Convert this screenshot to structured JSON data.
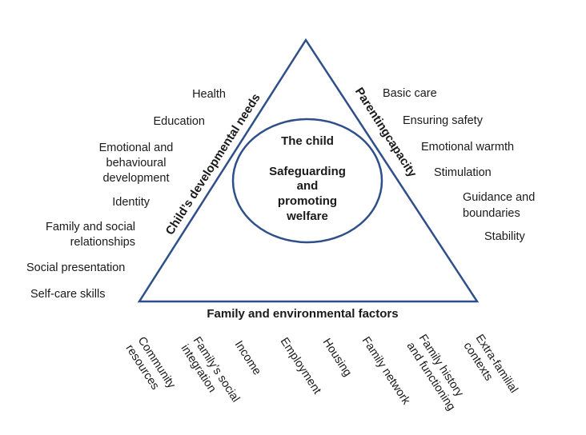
{
  "center": {
    "title": "The child",
    "lines": [
      "Safeguarding",
      "and",
      "promoting",
      "welfare"
    ]
  },
  "sides": {
    "left": "Child’s developmental needs",
    "right": "Parentingcapacity",
    "bottom": "Family and environmental factors"
  },
  "developmental_needs": {
    "health": [
      "Health"
    ],
    "education": [
      "Education"
    ],
    "emotional": [
      "Emotional and",
      "behavioural",
      "development"
    ],
    "identity": [
      "Identity"
    ],
    "family_social": [
      "Family and social",
      "relationships"
    ],
    "social_presentation": [
      "Social presentation"
    ],
    "self_care": [
      "Self-care skills"
    ]
  },
  "parenting_capacity": {
    "basic_care": [
      "Basic care"
    ],
    "ensuring_safety": [
      "Ensuring safety"
    ],
    "emotional_warmth": [
      "Emotional warmth"
    ],
    "stimulation": [
      "Stimulation"
    ],
    "guidance": [
      "Guidance and",
      "boundaries"
    ],
    "stability": [
      "Stability"
    ]
  },
  "environmental_factors": {
    "community": [
      "Community",
      "resources"
    ],
    "social_integration": [
      "Family’s social",
      "integration"
    ],
    "income": [
      "Income"
    ],
    "employment": [
      "Employment"
    ],
    "housing": [
      "Housing"
    ],
    "family_network": [
      "Family network"
    ],
    "history": [
      "Family history",
      "and functioning"
    ],
    "extra_familial": [
      "Extra-familial",
      "contexts"
    ]
  },
  "colors": {
    "outline": "#2f4f8a",
    "text": "#1a1a1a"
  }
}
